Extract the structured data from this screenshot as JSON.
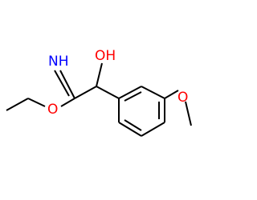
{
  "molecule": {
    "atoms": {
      "imine_nh": {
        "label": "NH",
        "color": "#0000ff"
      },
      "hydroxyl_oh": {
        "label": "OH",
        "color": "#ff0000"
      },
      "ester_o": {
        "label": "O",
        "color": "#ff0000"
      },
      "methoxy_o": {
        "label": "O",
        "color": "#ff0000"
      }
    },
    "bond_color": "#000000"
  }
}
